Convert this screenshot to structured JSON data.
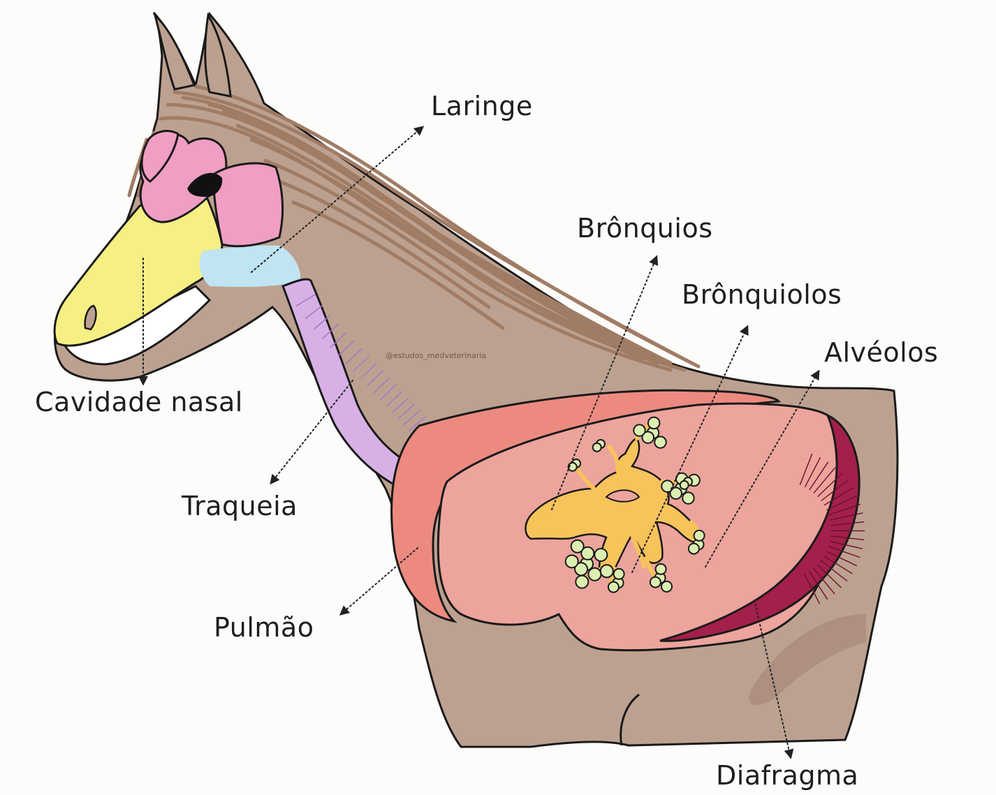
{
  "labels": {
    "laringe": "Laringe",
    "bronquios": "Brônquios",
    "bronquiolos": "Brônquiolos",
    "alveolos": "Alvéolos",
    "cavidade_nasal": "Cavidade nasal",
    "traqueia": "Traqueia",
    "pulmao": "Pulmão",
    "diafragma": "Diafragma"
  },
  "watermark": "@estudos_medveterinaria",
  "colors": {
    "background": "#fcfcfa",
    "body": "#bda190",
    "mane": "#a07c65",
    "nasal_cavity": "#f6ef83",
    "sinuses": "#f09ec3",
    "larynx": "#bfe4f2",
    "trachea": "#d7b1e6",
    "lung_back": "#ec8a80",
    "lung_front": "#eca49c",
    "bronchi": "#f8c35b",
    "alveoli": "#dcefb1",
    "diaphragm": "#a3204a",
    "outline": "#1a1a1a"
  }
}
